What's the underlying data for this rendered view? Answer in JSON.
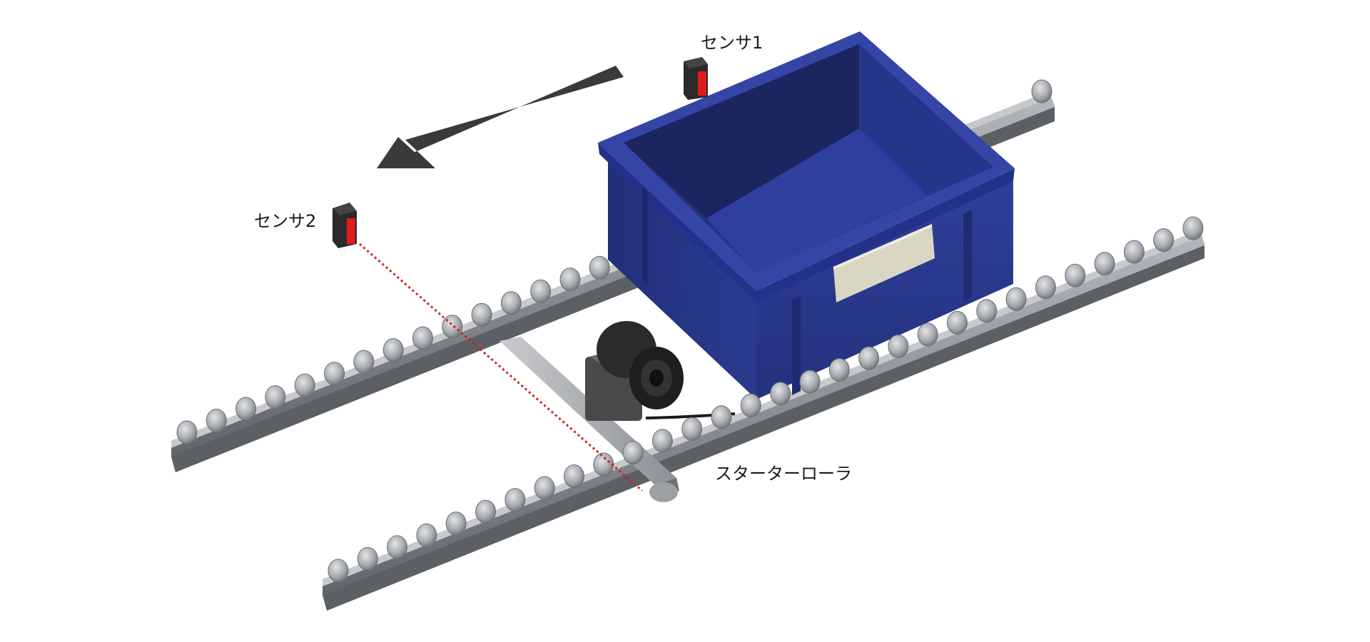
{
  "labels": {
    "sensor1": "センサ1",
    "sensor2": "センサ2",
    "starter_roller": "スターターローラ"
  },
  "colors": {
    "container_blue": "#2b3a8f",
    "container_dark": "#1e2a6e",
    "label_plate": "#d9d6c3",
    "sensor_body": "#2a2a2a",
    "sensor_lens": "#e01b1b",
    "beam": "#d0201a",
    "rail": "#8a8d92",
    "roller": "#a7aaaf",
    "arrow": "#3a3a3a",
    "motor": "#2b2b2b"
  },
  "icons": {
    "direction": "arrow-left-down-icon",
    "sensor": "photoelectric-sensor-icon"
  }
}
